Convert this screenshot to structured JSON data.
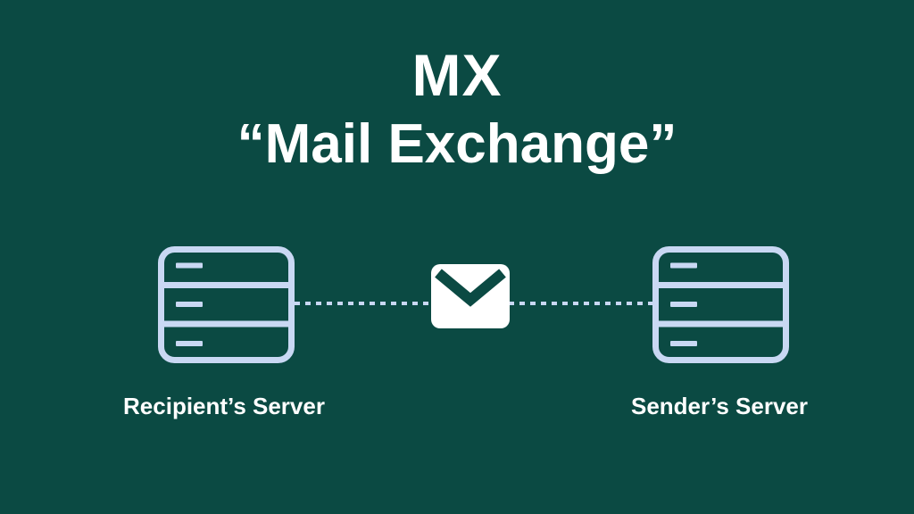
{
  "title": {
    "line1": "MX",
    "line2": "“Mail Exchange”"
  },
  "diagram": {
    "left_label": "Recipient’s Server",
    "right_label": "Sender’s Server",
    "left_icon": "server-icon",
    "right_icon": "server-icon",
    "center_icon": "mail-envelope-icon",
    "connector": "dotted-line"
  },
  "colors": {
    "background": "#0b4a43",
    "icon_stroke": "#c9d8f3",
    "envelope_fill": "#ffffff",
    "chevron": "#0b4a43",
    "text": "#ffffff"
  }
}
